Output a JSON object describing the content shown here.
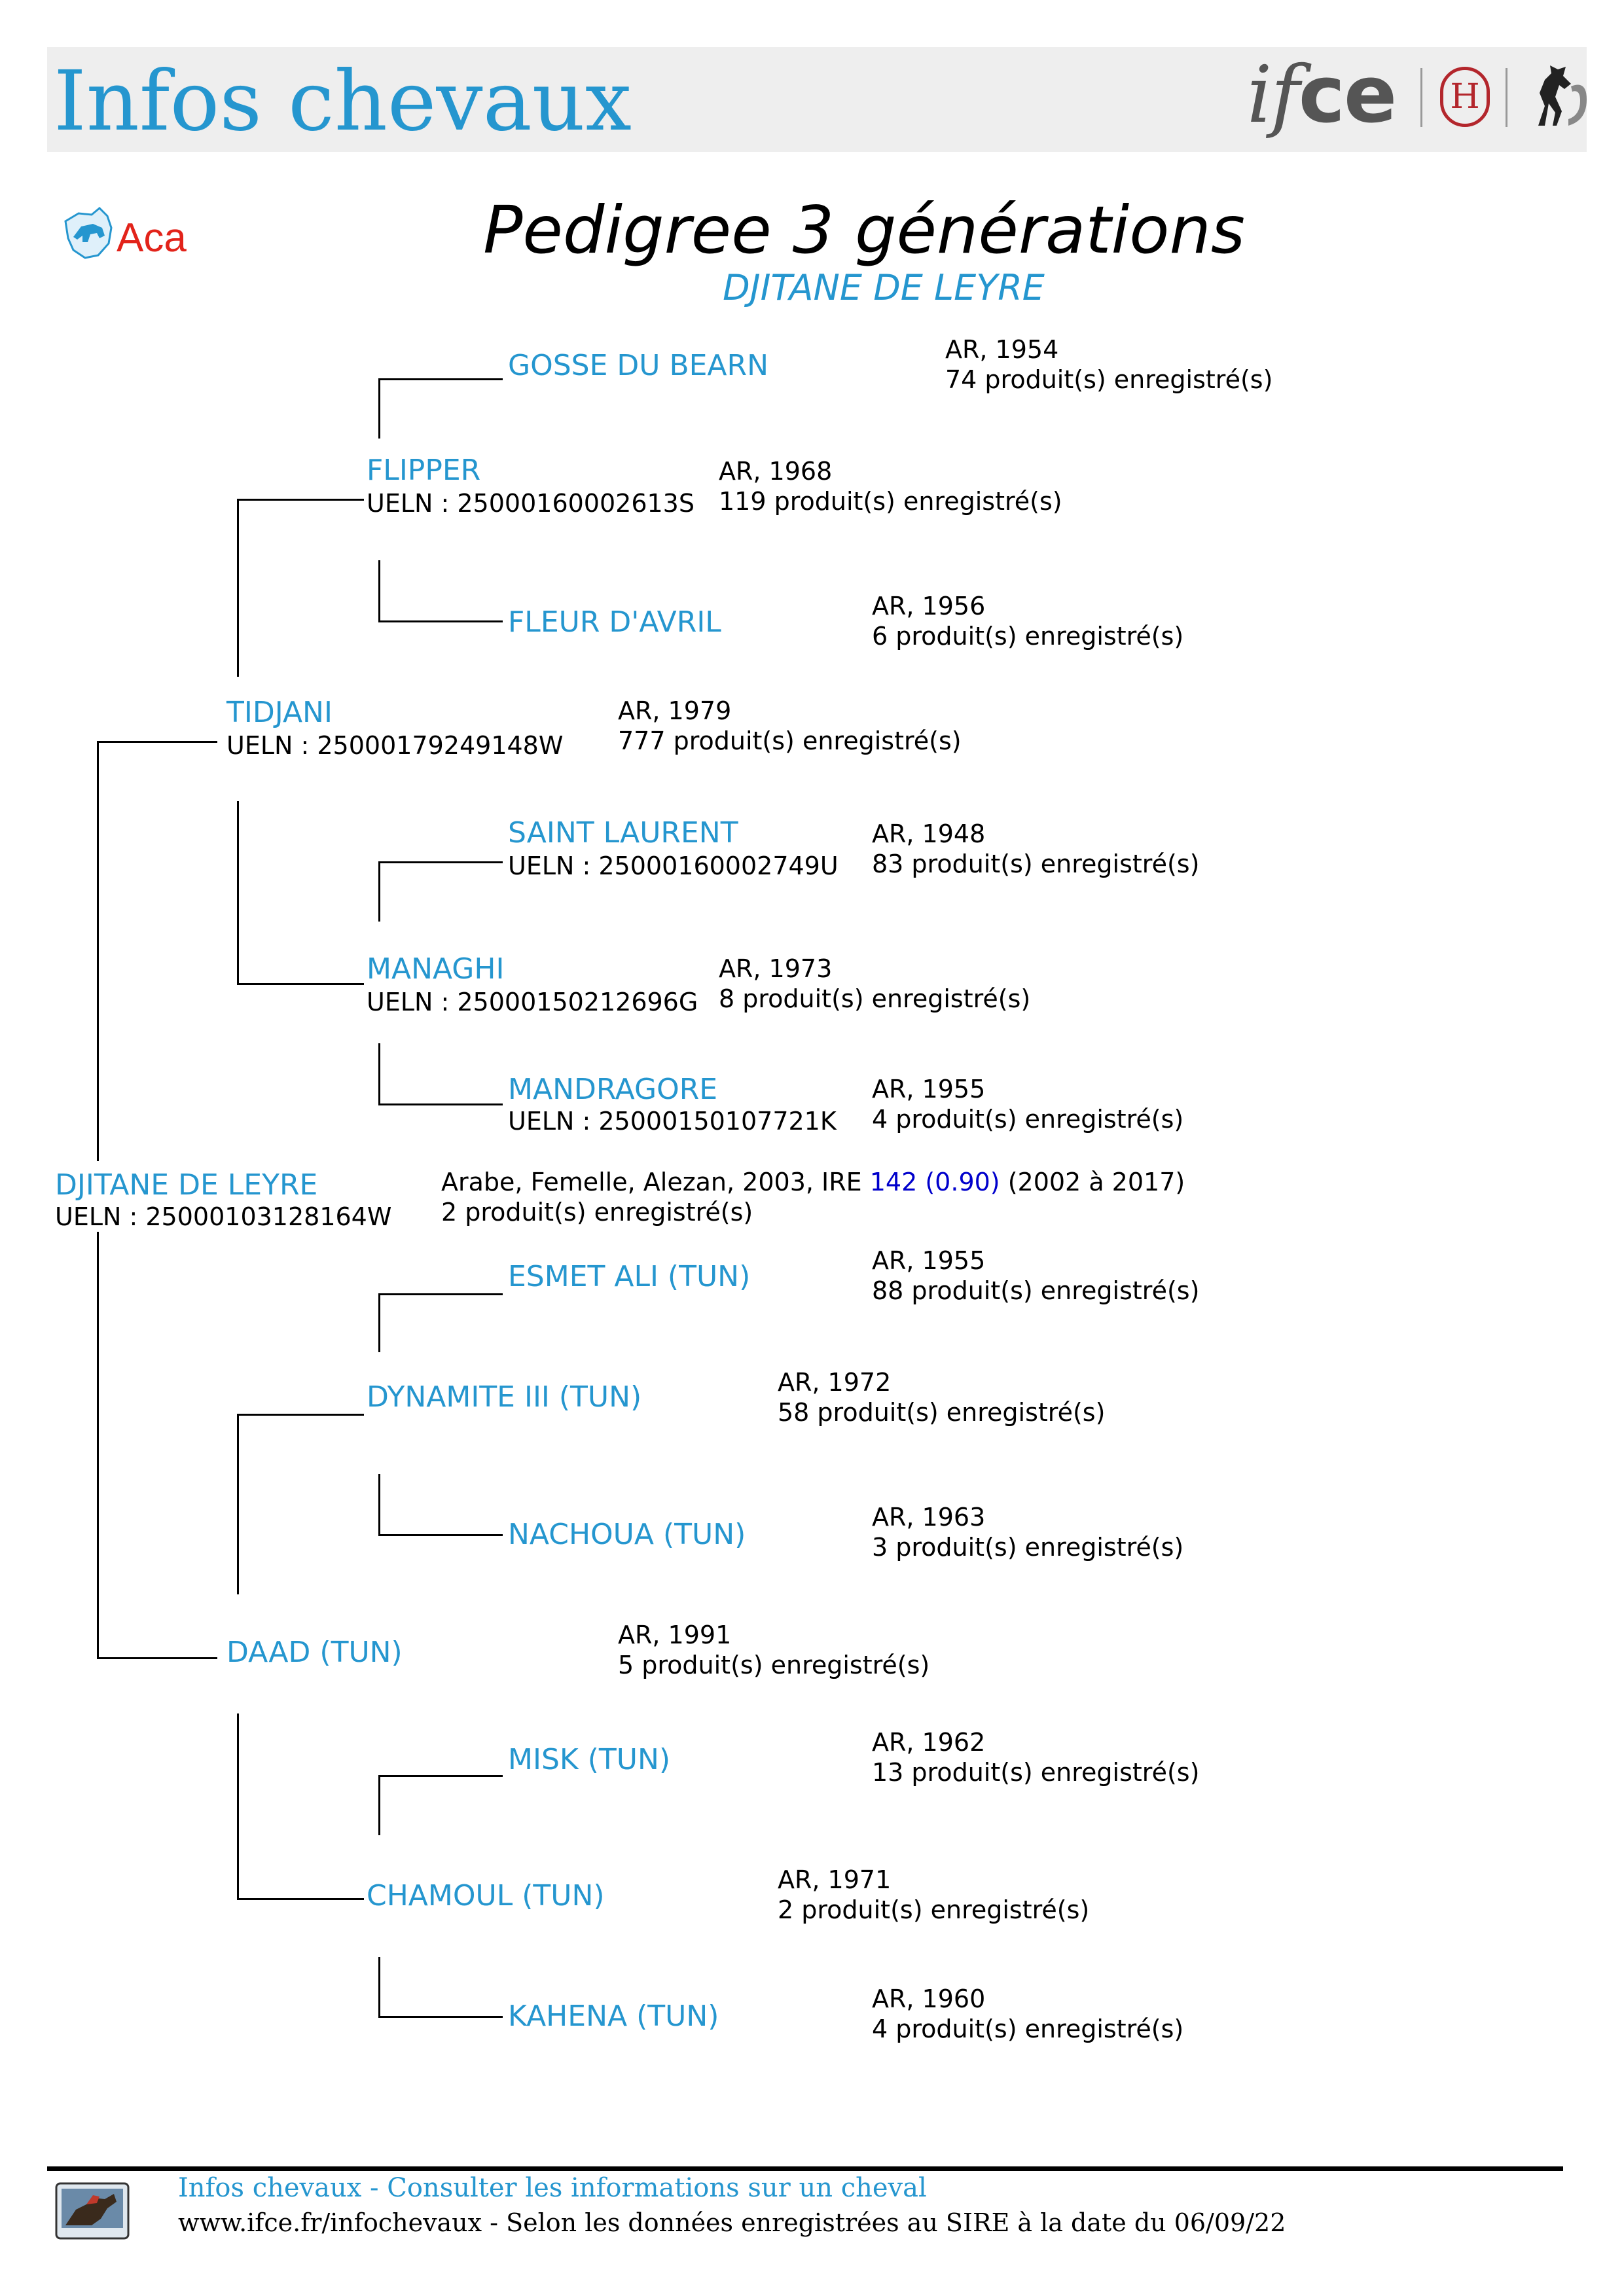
{
  "header": {
    "title": "Infos chevaux",
    "logo_text_italic": "if",
    "logo_text_bold": "ce",
    "logo_h": "H"
  },
  "aca_logo": {
    "text": "Aca"
  },
  "document": {
    "title": "Pedigree 3 générations",
    "subtitle": "DJITANE DE LEYRE"
  },
  "pedigree": {
    "subject": {
      "name": "DJITANE DE LEYRE",
      "ueln": "UELN : 25000103128164W",
      "info_before": "Arabe, Femelle, Alezan, 2003, IRE ",
      "ire_value": "142 (0.90)",
      "info_after": " (2002 à 2017)",
      "produits": "2 produit(s) enregistré(s)"
    },
    "sire": {
      "name": "TIDJANI",
      "ueln": "UELN : 25000179249148W",
      "race_year": "AR, 1979",
      "produits": "777 produit(s) enregistré(s)"
    },
    "dam": {
      "name": "DAAD (TUN)",
      "race_year": "AR, 1991",
      "produits": "5 produit(s) enregistré(s)"
    },
    "sire_sire": {
      "name": "FLIPPER",
      "ueln": "UELN : 25000160002613S",
      "race_year": "AR, 1968",
      "produits": "119 produit(s) enregistré(s)"
    },
    "sire_dam": {
      "name": "MANAGHI",
      "ueln": "UELN : 25000150212696G",
      "race_year": "AR, 1973",
      "produits": "8 produit(s) enregistré(s)"
    },
    "dam_sire": {
      "name": "DYNAMITE III (TUN)",
      "race_year": "AR, 1972",
      "produits": "58 produit(s) enregistré(s)"
    },
    "dam_dam": {
      "name": "CHAMOUL (TUN)",
      "race_year": "AR, 1971",
      "produits": "2 produit(s) enregistré(s)"
    },
    "ss_sire": {
      "name": "GOSSE DU BEARN",
      "race_year": "AR, 1954",
      "produits": "74 produit(s) enregistré(s)"
    },
    "ss_dam": {
      "name": "FLEUR D'AVRIL",
      "race_year": "AR, 1956",
      "produits": "6 produit(s) enregistré(s)"
    },
    "sd_sire": {
      "name": "SAINT LAURENT",
      "ueln": "UELN : 25000160002749U",
      "race_year": "AR, 1948",
      "produits": "83 produit(s) enregistré(s)"
    },
    "sd_dam": {
      "name": "MANDRAGORE",
      "ueln": "UELN : 25000150107721K",
      "race_year": "AR, 1955",
      "produits": "4 produit(s) enregistré(s)"
    },
    "ds_sire": {
      "name": "ESMET ALI (TUN)",
      "race_year": "AR, 1955",
      "produits": "88 produit(s) enregistré(s)"
    },
    "ds_dam": {
      "name": "NACHOUA (TUN)",
      "race_year": "AR, 1963",
      "produits": "3 produit(s) enregistré(s)"
    },
    "dd_sire": {
      "name": "MISK (TUN)",
      "race_year": "AR, 1962",
      "produits": "13 produit(s) enregistré(s)"
    },
    "dd_dam": {
      "name": "KAHENA (TUN)",
      "race_year": "AR, 1960",
      "produits": "4 produit(s) enregistré(s)"
    }
  },
  "footer": {
    "line1": "Infos chevaux - Consulter les informations sur un cheval",
    "line2": "www.ifce.fr/infochevaux - Selon les données enregistrées au SIRE à la date du 06/09/22"
  },
  "colors": {
    "brand_blue": "#2596cf",
    "ire_blue": "#0000cc",
    "logo_red": "#b3262c"
  }
}
